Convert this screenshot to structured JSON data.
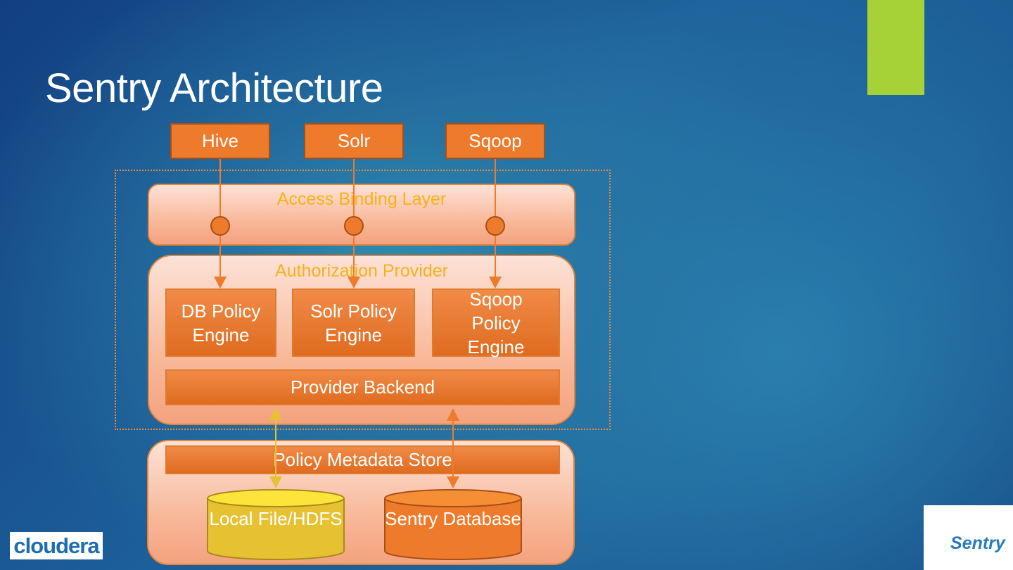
{
  "slide": {
    "title": "Sentry Architecture"
  },
  "clients": [
    {
      "label": "Hive"
    },
    {
      "label": "Solr"
    },
    {
      "label": "Sqoop"
    }
  ],
  "access_binding_layer": {
    "label": "Access Binding Layer"
  },
  "authorization_provider": {
    "label": "Authorization Provider",
    "engines": [
      {
        "label": "DB Policy Engine"
      },
      {
        "label": "Solr Policy Engine"
      },
      {
        "label": "Sqoop Policy Engine"
      }
    ],
    "backend_label": "Provider Backend"
  },
  "metadata_store": {
    "label": "Policy Metadata Store",
    "stores": [
      {
        "label": "Local File/HDFS",
        "color": "#e6c232"
      },
      {
        "label": "Sentry Database",
        "color": "#ee7a2b"
      }
    ]
  },
  "logos": {
    "cloudera": "cloudera",
    "sentry": "Sentry"
  },
  "colors": {
    "accent_bar": "#a6d137",
    "component_orange": "#ee7a2b",
    "panel_title_gold": "#f7b219",
    "title_white": "#ffffff"
  }
}
